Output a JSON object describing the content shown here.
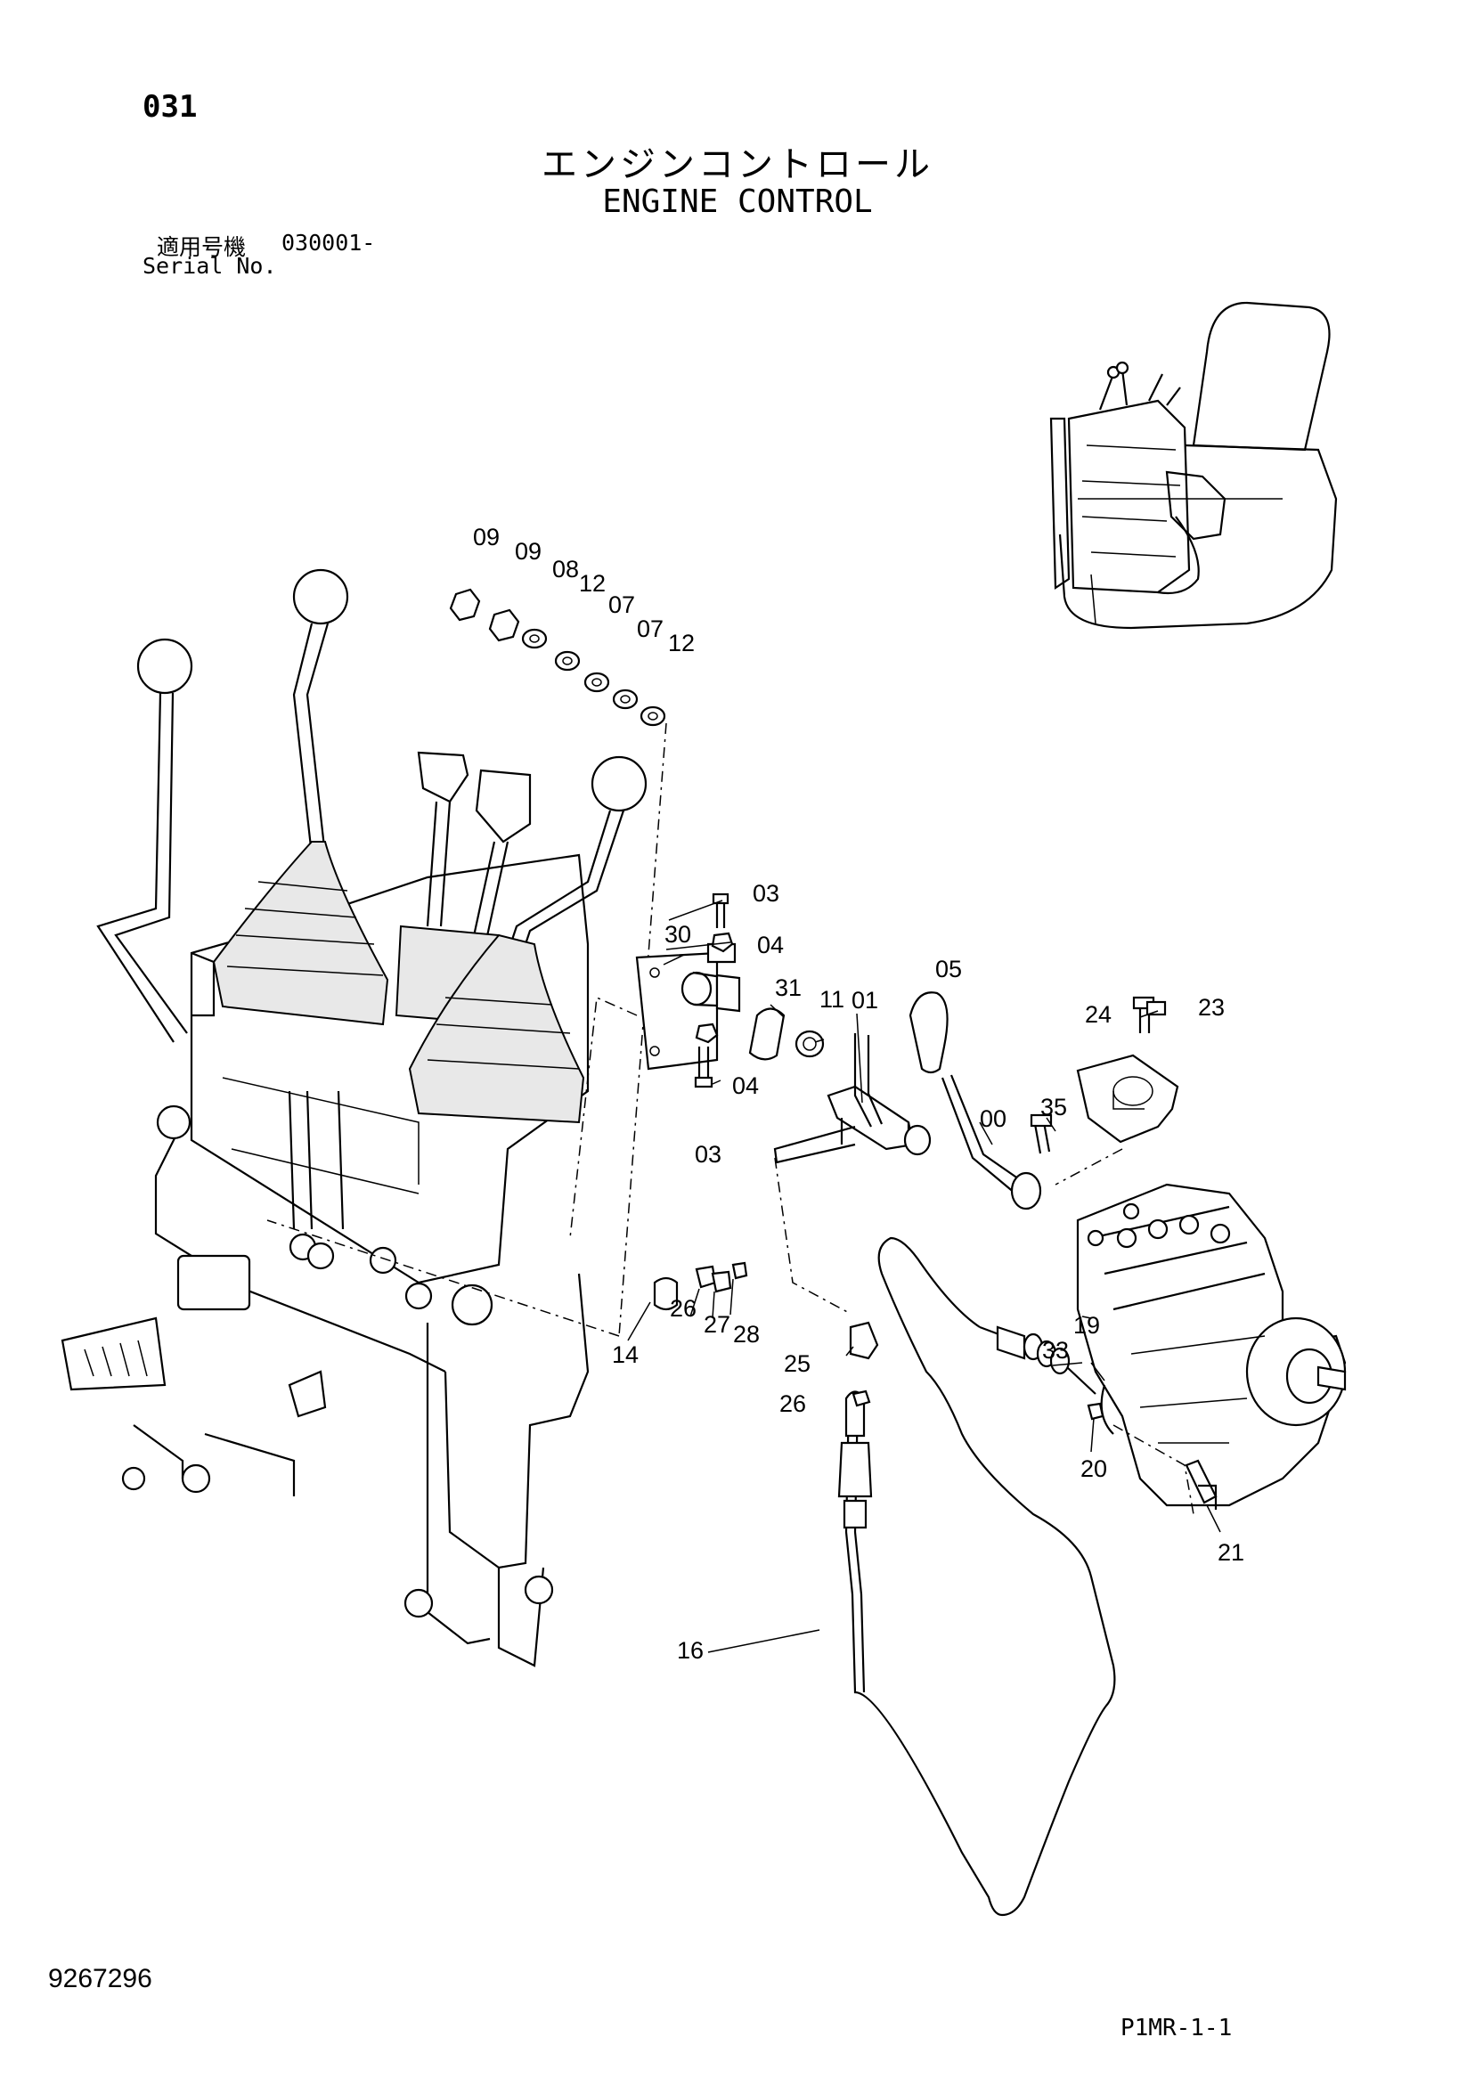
{
  "header": {
    "page_number": "031",
    "title_jp": "エンジンコントロール",
    "title_en": "ENGINE CONTROL",
    "serial_label_jp": "適用号機",
    "serial_value": "030001-",
    "serial_label_en": "Serial No."
  },
  "footer": {
    "drawing_number": "9267296",
    "page_ref": "P1MR-1-1"
  },
  "callouts": [
    "09",
    "09",
    "08",
    "12",
    "07",
    "07",
    "12",
    "03",
    "04",
    "30",
    "31",
    "11",
    "05",
    "23",
    "24",
    "01",
    "04",
    "03",
    "00",
    "35",
    "26",
    "27",
    "28",
    "14",
    "25",
    "26",
    "19",
    "33",
    "20",
    "21",
    "16"
  ],
  "icons": [
    "operator-seat-icon",
    "control-stand-icon",
    "control-lever-icon",
    "throttle-bracket-icon",
    "throttle-lever-icon",
    "knob-icon",
    "stopper-plate-icon",
    "control-cable-icon",
    "fuel-injection-pump-icon",
    "washer-icon",
    "nut-icon",
    "bolt-icon"
  ],
  "colors": {
    "ink": "#000000",
    "paper": "#ffffff",
    "shade": "#e8e8e8"
  }
}
